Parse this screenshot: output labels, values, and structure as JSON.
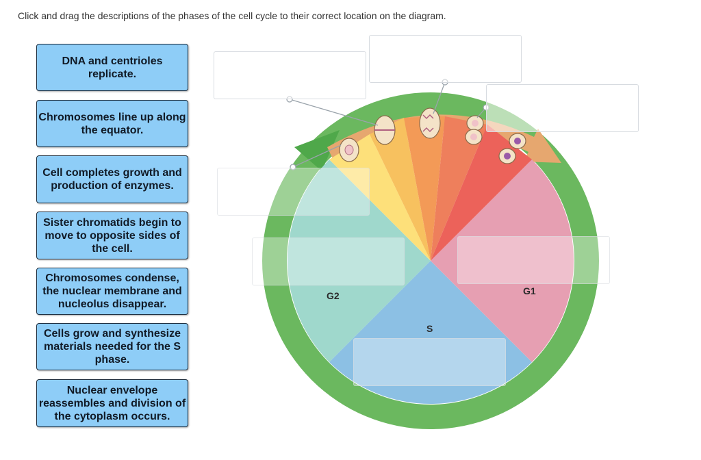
{
  "instruction": "Click and drag the descriptions of the phases of the cell cycle to their correct location on the diagram.",
  "cards": [
    {
      "text": "DNA and centrioles replicate."
    },
    {
      "text": "Chromosomes line up along the equator."
    },
    {
      "text": "Cell completes growth and production of enzymes."
    },
    {
      "text": "Sister chromatids begin to move to opposite sides of the cell."
    },
    {
      "text": "Chromosomes condense, the nuclear membrane and nucleolus disappear."
    },
    {
      "text": "Cells grow and synthesize materials needed for the S phase."
    },
    {
      "text": "Nuclear envelope reassembles and division of the cytoplasm occurs."
    }
  ],
  "diagram": {
    "labels": {
      "g2": "G2",
      "s": "S",
      "g1": "G1"
    },
    "colors": {
      "outer_ring": "#6bb85f",
      "g2": "#9fd8cc",
      "s": "#8cc0e4",
      "g1": "#e69fb2",
      "arrow": "#e6a76f",
      "card": "#8ecdf7"
    }
  }
}
